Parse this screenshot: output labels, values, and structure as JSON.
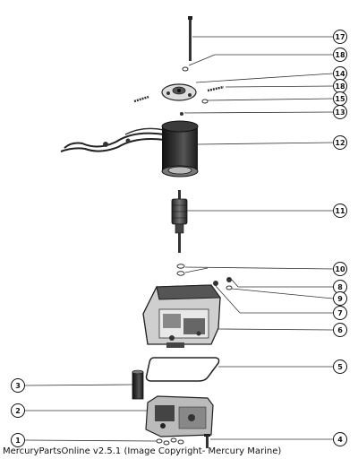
{
  "caption": "MercuryPartsOnline v2.5.1 (Image Copyright- Mercury Marine)",
  "callouts": [
    {
      "number": "17"
    },
    {
      "number": "18"
    },
    {
      "number": "14"
    },
    {
      "number": "18"
    },
    {
      "number": "15"
    },
    {
      "number": "13"
    },
    {
      "number": "12"
    },
    {
      "number": "11"
    },
    {
      "number": "10"
    },
    {
      "number": "8"
    },
    {
      "number": "9"
    },
    {
      "number": "7"
    },
    {
      "number": "6"
    },
    {
      "number": "5"
    },
    {
      "number": "3"
    },
    {
      "number": "2"
    },
    {
      "number": "1"
    },
    {
      "number": "4"
    }
  ],
  "colors": {
    "ink": "#222222",
    "background": "#ffffff"
  }
}
